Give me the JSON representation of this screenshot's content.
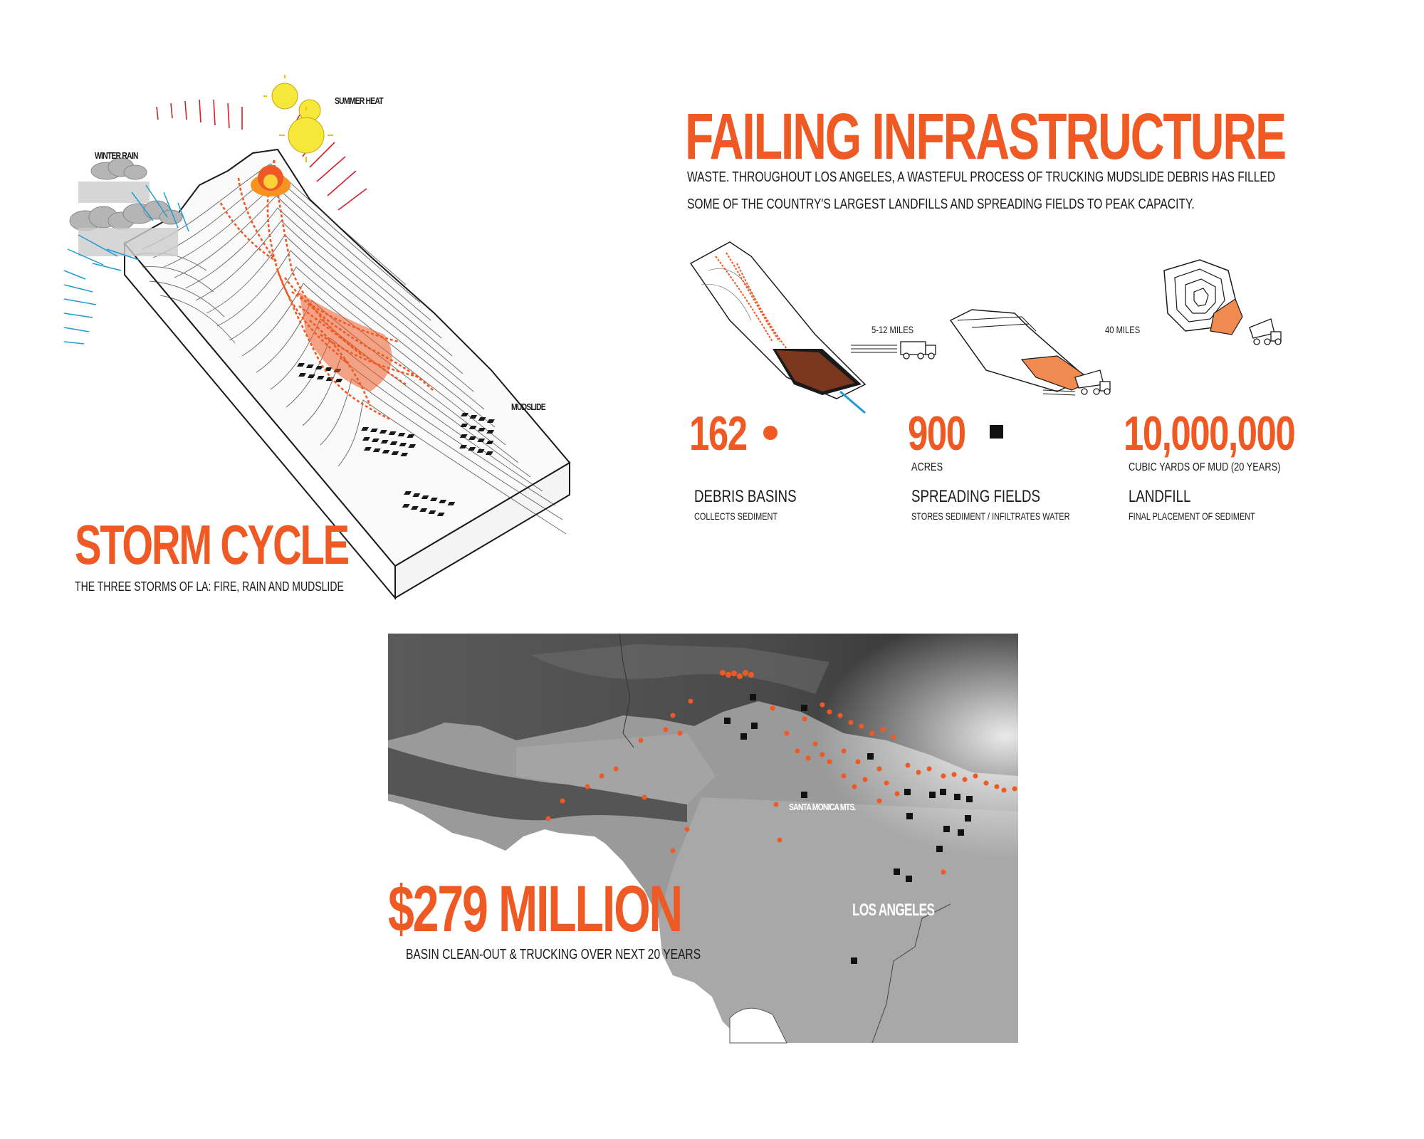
{
  "colors": {
    "accent": "#ef5a24",
    "rain": "#1e9ad6",
    "heat": "#d81e2a",
    "sun": "#f5e83b",
    "map_dark": "#3c3c3c",
    "map_light": "#b8b8b8"
  },
  "storm": {
    "labels": {
      "summer_heat": "SUMMER HEAT",
      "winter_rain": "WINTER RAIN",
      "mudslide": "MUDSLIDE"
    },
    "title": "STORM CYCLE",
    "subtitle": "THE THREE STORMS OF LA: FIRE, RAIN AND MUDSLIDE"
  },
  "infrastructure": {
    "title": "FAILING INFRASTRUCTURE",
    "intro_line1": "WASTE. THROUGHOUT LOS ANGELES, A WASTEFUL PROCESS OF TRUCKING MUDSLIDE DEBRIS HAS FILLED",
    "intro_line2": "SOME OF THE COUNTRY'S LARGEST LANDFILLS AND SPREADING FIELDS TO PEAK CAPACITY.",
    "distances": [
      "5-12 MILES",
      "40 MILES"
    ],
    "stats": [
      {
        "number": "162",
        "unit": "",
        "name": "DEBRIS BASINS",
        "desc": "COLLECTS SEDIMENT",
        "marker": "circle"
      },
      {
        "number": "900",
        "unit": "ACRES",
        "name": "SPREADING FIELDS",
        "desc": "STORES SEDIMENT  / INFILTRATES WATER",
        "marker": "square"
      },
      {
        "number": "10,000,000",
        "unit": "CUBIC YARDS OF MUD (20 YEARS)",
        "name": "LANDFILL",
        "desc": "FINAL PLACEMENT OF SEDIMENT",
        "marker": "none"
      }
    ]
  },
  "map": {
    "labels": {
      "mountains": "SANTA MONICA MTS.",
      "city": "LOS ANGELES"
    },
    "cost_title": "$279 MILLION",
    "cost_subtitle": "BASIN CLEAN-OUT & TRUCKING OVER NEXT 20 YEARS"
  }
}
